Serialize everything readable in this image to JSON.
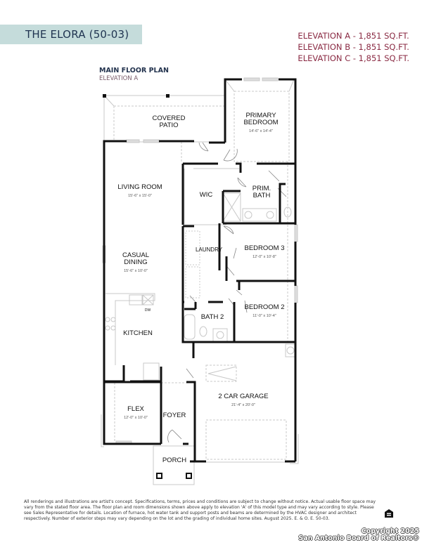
{
  "header": {
    "model_title": "THE ELORA (50-03)",
    "elevations": [
      "ELEVATION A - 1,851 SQ.FT.",
      "ELEVATION B - 1,851 SQ.FT.",
      "ELEVATION C - 1,851 SQ.FT."
    ],
    "plan_title": "MAIN FLOOR PLAN",
    "plan_subtitle": "ELEVATION A"
  },
  "colors": {
    "title_band": "#c5dcdb",
    "title_text": "#1f3350",
    "elevation_text": "#8a2a43",
    "wall": "#111111"
  },
  "rooms": {
    "covered_patio": {
      "name": "COVERED\nPATIO",
      "line1": "COVERED",
      "line2": "PATIO",
      "dim": ""
    },
    "primary_bedroom": {
      "line1": "PRIMARY",
      "line2": "BEDROOM",
      "dim": "14'-6\" x 14'-4\""
    },
    "living_room": {
      "line1": "LIVING ROOM",
      "dim": "15'-6\" x 15'-0\""
    },
    "wic": {
      "line1": "WIC"
    },
    "prim_bath": {
      "line1": "PRIM.",
      "line2": "BATH"
    },
    "laundry": {
      "line1": "LAUNDRY"
    },
    "bedroom_3": {
      "line1": "BEDROOM 3",
      "dim": "12'-0\" x 10'-8\""
    },
    "casual_dining": {
      "line1": "CASUAL",
      "line2": "DINING",
      "dim": "15'-6\" x 10'-0\""
    },
    "kitchen": {
      "line1": "KITCHEN",
      "appliance": "DW"
    },
    "bath_2": {
      "line1": "BATH 2"
    },
    "bedroom_2": {
      "line1": "BEDROOM 2",
      "dim": "11'-0\" x 10'-4\""
    },
    "flex": {
      "line1": "FLEX",
      "dim": "12'-0\" x 10'-0\""
    },
    "foyer": {
      "line1": "FOYER"
    },
    "garage": {
      "line1": "2 CAR GARAGE",
      "dim": "21'-4\" x 20'-0\""
    },
    "porch": {
      "line1": "PORCH"
    }
  },
  "footer": {
    "disclaimer": "All renderings and illustrations are artist's concept. Specifications, terms, prices and conditions are subject to change without notice. Actual usable floor space may vary from the stated floor area. The floor plan and room dimensions shown above apply to elevation 'A' of this model type and may vary according to style. Please see Sales Representative for details. Location of furnace, hot water tank and support posts and beams are determined by the HVAC designer and architect respectively. Number of exterior steps may vary depending on the lot and the grading of individual home sites. August 2025. E. & O. E. 50-03.",
    "equal_housing_icon": "equal-housing-opportunity-icon",
    "copyright_line1": "Copyright 2025",
    "copyright_line2": "San Antonio Board of Realtors®"
  }
}
